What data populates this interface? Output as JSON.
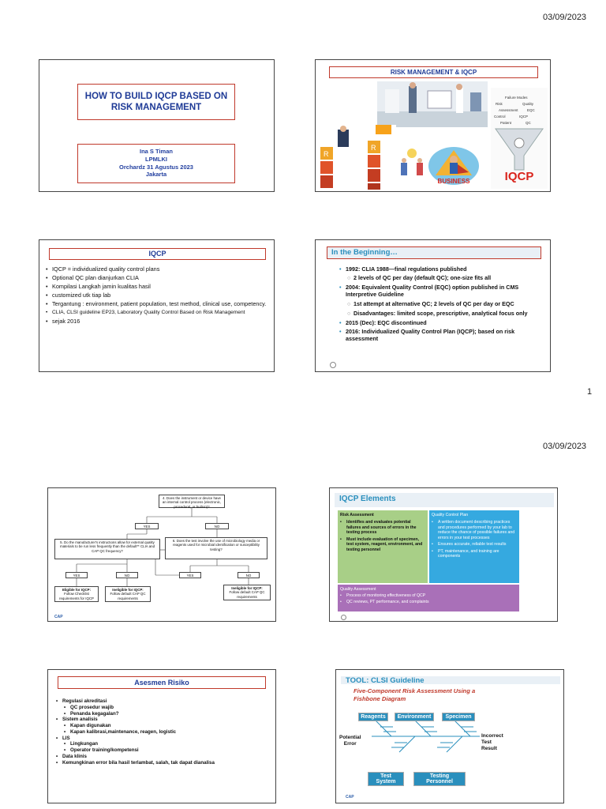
{
  "page1": {
    "date": "03/09/2023",
    "page_number": "1"
  },
  "page2": {
    "date": "03/09/2023"
  },
  "slide1": {
    "title_line1": "HOW TO BUILD IQCP BASED ON",
    "title_line2": "RISK MANAGEMENT",
    "author": "Ina S Timan",
    "org": "LPMLKI",
    "event": "Orchardz 31 Agustus 2023",
    "city": "Jakarta"
  },
  "slide2": {
    "title": "RISK MANAGEMENT & IQCP",
    "iqcp_logo": "IQCP",
    "business_label": "BUSINESS"
  },
  "slide3": {
    "title": "IQCP",
    "bullets": [
      "IQCP = individualized quality control plans",
      "Optional QC plan dianjurkan CLIA",
      "Kompilasi Langkah jamin kualitas hasil",
      "customized utk tiap lab",
      "Tergantung : environment, patient population, test method, clinical use, competency.",
      "CLIA, CLSI  guideline EP23, Laboratory Quality Control Based on Risk Management",
      " sejak 2016"
    ]
  },
  "slide4": {
    "title": "In the Beginning…",
    "items": [
      {
        "text": "1992: CLIA 1988—final regulations published",
        "sub": false
      },
      {
        "text": "2 levels of QC per day (default QC); one-size fits all",
        "sub": true
      },
      {
        "text": "2004: Equivalent Quality Control (EQC) option published in CMS Interpretive Guideline",
        "sub": false
      },
      {
        "text": "1st attempt at alternative QC; 2 levels of QC per day or EQC",
        "sub": true
      },
      {
        "text": "Disadvantages: limited scope, prescriptive, analytical focus only",
        "sub": true
      },
      {
        "text": "2015 (Dec): EQC discontinued",
        "sub": false
      },
      {
        "text": "2016: Individualized Quality Control Plan (IQCP); based on risk assessment",
        "sub": false
      }
    ]
  },
  "slide5": {
    "q4": "4. Does the instrument or device have an internal control process (electronic, procedural, or built-in)?",
    "yes": "YES",
    "no": "NO",
    "q5": "5. Do the manufacturer's instructions allow for external quality materials to be run less frequently than the default** CLIA and CAP QC frequency?",
    "q6": "6. Does the test involve the use of microbiology media or reagents used for microbial identification or susceptibility testing?",
    "eligible_title": "Eligible for IQCP:",
    "eligible_text": "Follow Checklist requirements for IQCP",
    "ineligible_title": "Ineligible for IQCP:",
    "ineligible_text": "Follow default CAP QC requirements",
    "footer": "CAP"
  },
  "slide6": {
    "title": "IQCP Elements",
    "risk_heading": "Risk Assessment",
    "risk_items": [
      "Identifies and evaluates potential failures and sources of errors in the testing process",
      "Must include evaluation of specimen, test system, reagent, environment, and testing personnel"
    ],
    "qcp_heading": "Quality Control Plan",
    "qcp_items": [
      "A written document describing practices and procedures performed by your lab to reduce the chance of possible failures and errors in your test processes",
      "Ensures accurate, reliable test results",
      "PT, maintenance, and training are components"
    ],
    "qa_heading": "Quality Assessment",
    "qa_items": [
      "Process of monitoring effectiveness of QCP",
      "QC reviews, PT performance, and complaints"
    ],
    "colors": {
      "green": "#a8cf87",
      "blue": "#35a9e0",
      "purple": "#a970b8"
    }
  },
  "slide7": {
    "title": "Asesmen Risiko",
    "items": [
      {
        "text": "Regulasi akreditasi",
        "sub": false
      },
      {
        "text": "QC prosedur wajib",
        "sub": true
      },
      {
        "text": "Penanda kegagalan?",
        "sub": true
      },
      {
        "text": "Sistem analisis",
        "sub": false
      },
      {
        "text": "Kapan digunakan",
        "sub": true
      },
      {
        "text": "Kapan kalibrasi,maintenance, reagen, logistic",
        "sub": true
      },
      {
        "text": "LIS",
        "sub": false
      },
      {
        "text": "Lingkungan",
        "sub": true
      },
      {
        "text": "Operator training/kompetensi",
        "sub": true
      },
      {
        "text": "Data klinis",
        "sub": false
      },
      {
        "text": "Kemungkinan error bila hasil terlambat, salah, tak dapat dianalisa",
        "sub": false
      }
    ]
  },
  "slide8": {
    "title": "TOOL: CLSI Guideline",
    "subtitle_line1": "Five-Component Risk Assessment Using a",
    "subtitle_line2": "Fishbone Diagram",
    "top_labels": [
      "Reagents",
      "Environment",
      "Specimen"
    ],
    "bottom_labels": [
      "Test System",
      "Testing Personnel"
    ],
    "left_label_line1": "Potential",
    "left_label_line2": "Error",
    "right_label_line1": "Incorrect",
    "right_label_line2": "Test",
    "right_label_line3": "Result",
    "footer": "CAP"
  }
}
